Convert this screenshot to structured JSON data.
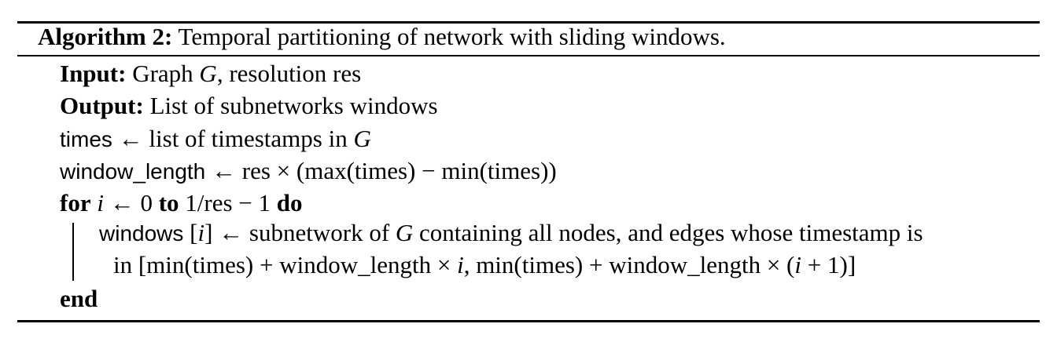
{
  "algorithm": {
    "label": "Algorithm 2:",
    "title": "Temporal partitioning of network with sliding windows."
  },
  "lines": {
    "input": {
      "kw": "Input:",
      "t1": "Graph",
      "G": "G",
      "t2": ", resolution res"
    },
    "output": {
      "kw": "Output:",
      "t1": "List of subnetworks windows"
    },
    "times": {
      "var": "times",
      "arrow": "←",
      "t1": "list of timestamps in",
      "G": "G"
    },
    "window_length": {
      "var": "window_length",
      "arrow": "←",
      "t1": "res × (max(times) − min(times))"
    },
    "for": {
      "kw_for": "for",
      "i": "i",
      "t1": "← 0",
      "kw_to": "to",
      "t2": "1/res − 1",
      "kw_do": "do"
    },
    "body1": {
      "var": "windows",
      "t1": "[",
      "i": "i",
      "t2": "] ← subnetwork of",
      "G": "G",
      "t3": "containing all nodes, and edges whose timestamp is"
    },
    "body2": {
      "t1": "in [min(times) + window_length ×",
      "i": "i",
      "t2": ", min(times) + window_length × (",
      "i2": "i",
      "t3": "+ 1)]"
    },
    "end": {
      "kw": "end"
    }
  }
}
